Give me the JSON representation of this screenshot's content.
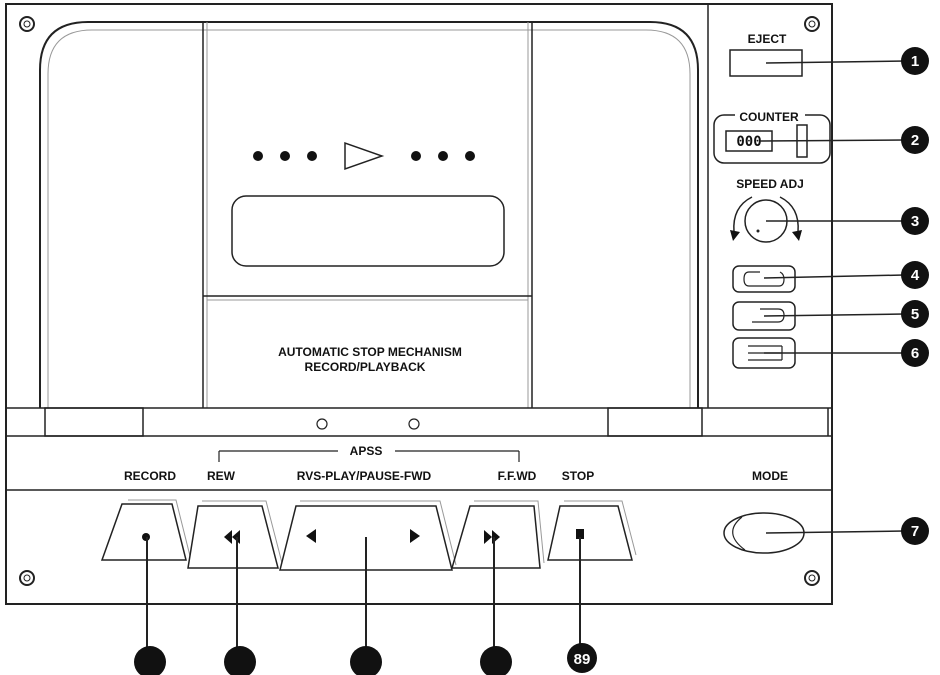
{
  "labels": {
    "eject": "EJECT",
    "counter": "COUNTER",
    "counter_value": "000",
    "speed_adj": "SPEED ADJ",
    "mechanism_line1": "AUTOMATIC STOP MECHANISM",
    "mechanism_line2": "RECORD/PLAYBACK",
    "apss": "APSS",
    "record": "RECORD",
    "rew": "REW",
    "rvs_play": "RVS-PLAY/PAUSE-FWD",
    "ffwd": "F.F.WD",
    "stop": "STOP",
    "mode": "MODE"
  },
  "callouts": [
    "1",
    "2",
    "3",
    "4",
    "5",
    "6",
    "7",
    "89"
  ],
  "colors": {
    "line": "#222222",
    "callout_fill": "#111111",
    "background": "#ffffff"
  }
}
